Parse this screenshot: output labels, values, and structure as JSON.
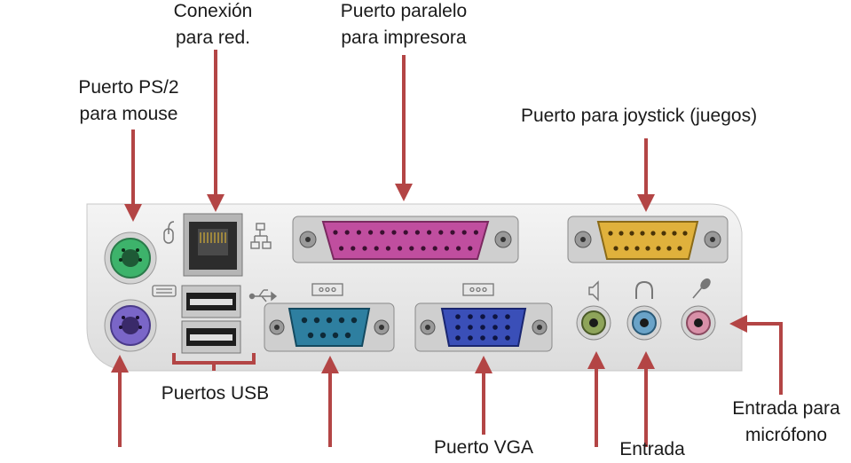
{
  "diagram": {
    "labels": {
      "ps2_mouse": [
        "Puerto PS/2",
        "para mouse"
      ],
      "network": [
        "Conexión",
        "para red."
      ],
      "parallel": [
        "Puerto paralelo",
        "para impresora"
      ],
      "joystick": [
        "Puerto para joystick (juegos)"
      ],
      "usb": [
        "Puertos USB"
      ],
      "microphone": [
        "Entrada para",
        "micrófono"
      ],
      "vga": [
        "Puerto VGA"
      ],
      "audio_partial": [
        "Entrada"
      ]
    },
    "colors": {
      "arrow": "#b34545",
      "panel": "#e9e9e9",
      "ps2_mouse": "#3db36b",
      "ps2_keyboard": "#7a66c8",
      "parallel": "#c04e9f",
      "joystick": "#e0b13c",
      "serial": "#2e7fa0",
      "vga": "#3a4fb8",
      "line_out": "#8ea45a",
      "line_in": "#6aa3c8",
      "mic": "#d890a8"
    },
    "icons": [
      "mouse-icon",
      "network-icon",
      "keyboard-icon",
      "usb-icon",
      "serial-icon",
      "vga-icon",
      "speaker-icon",
      "headphone-icon",
      "microphone-icon"
    ]
  }
}
